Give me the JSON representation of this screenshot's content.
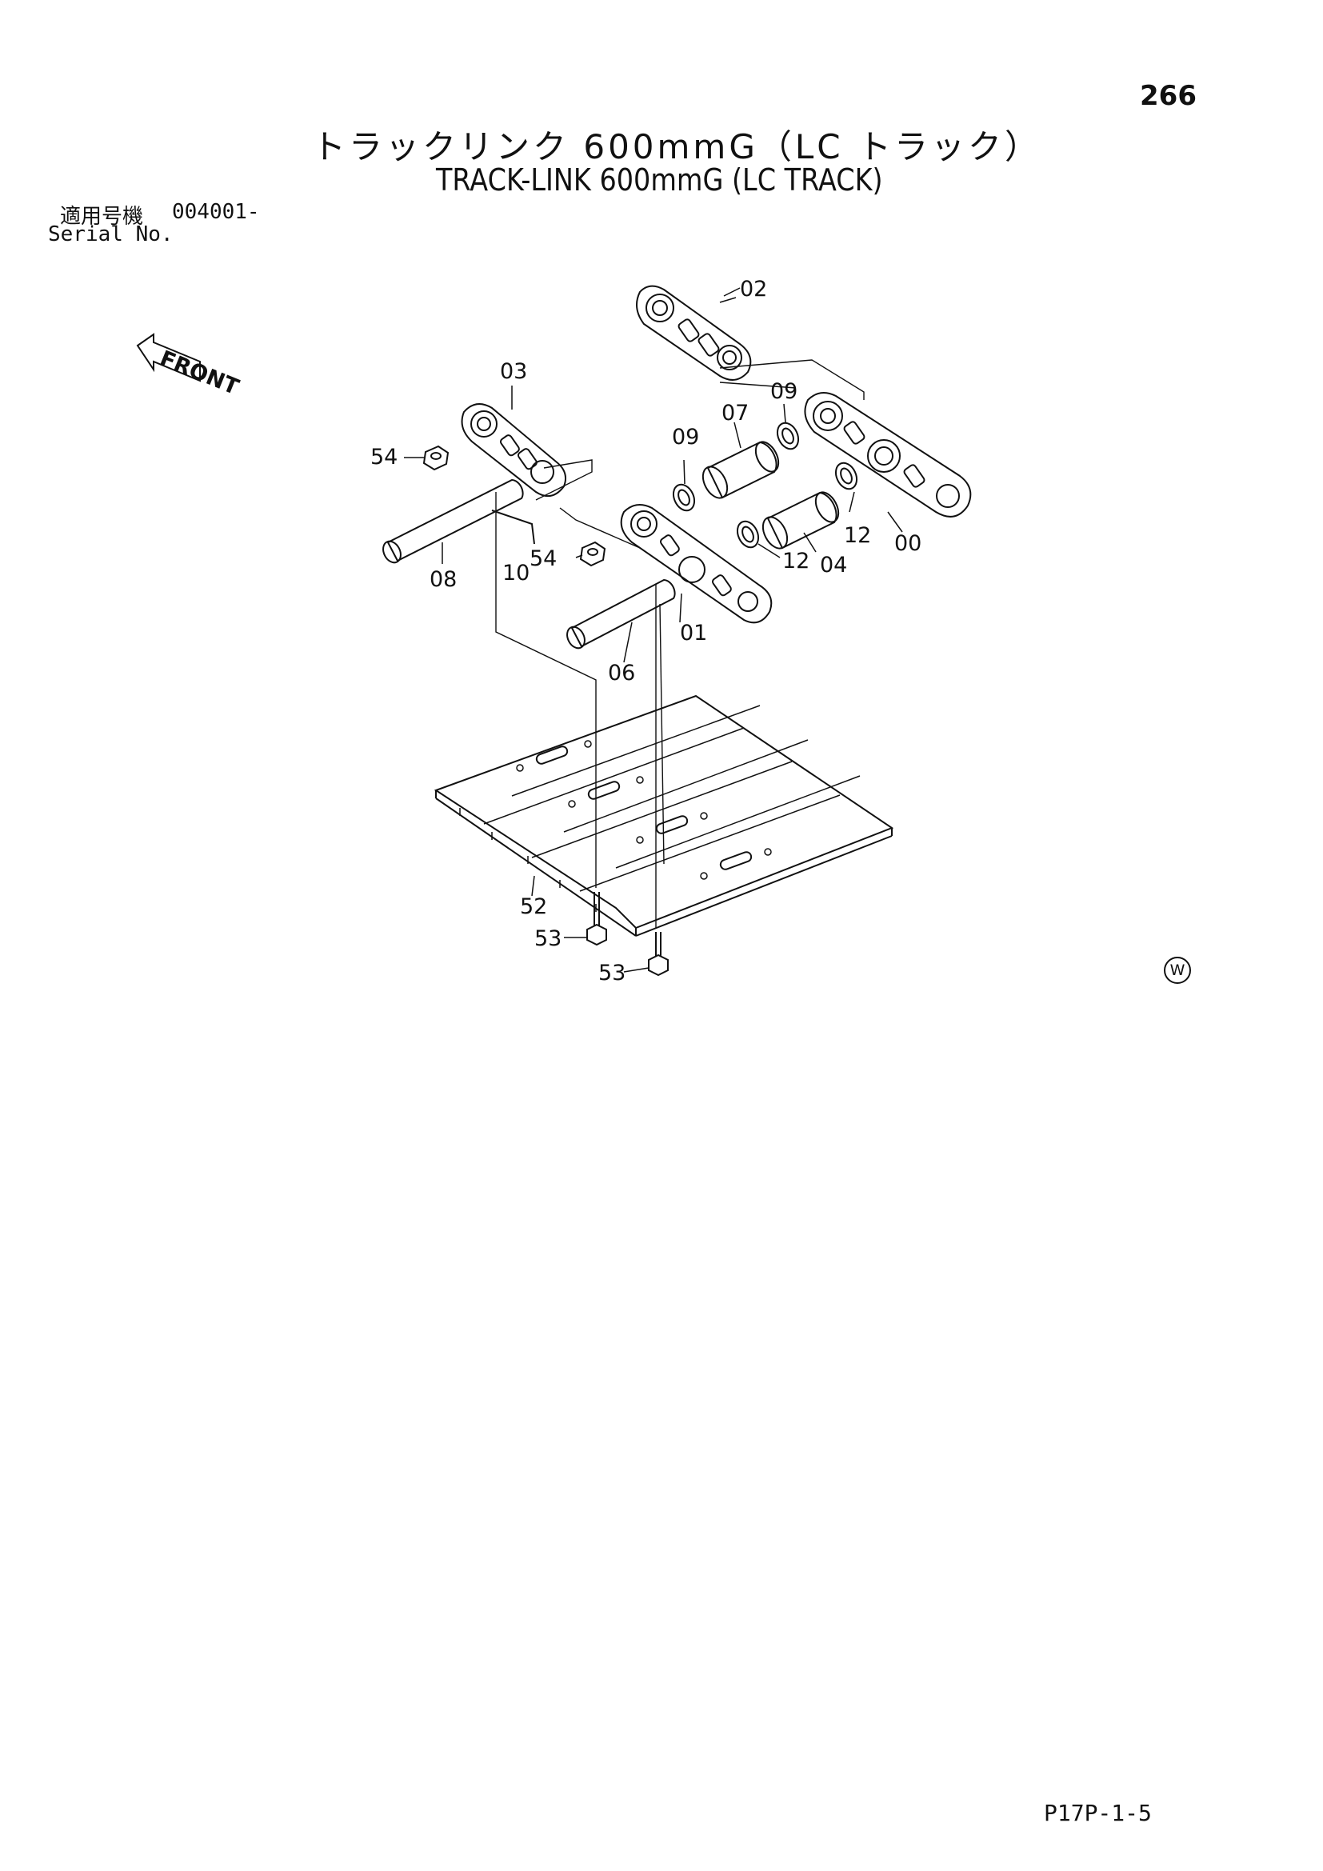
{
  "header": {
    "page_number": "266",
    "title_jp": "トラックリンク 600mmG（LC トラック）",
    "title_en": "TRACK-LINK 600mmG (LC TRACK)"
  },
  "serial": {
    "label_jp": "適用号機",
    "value": "004001-",
    "label_en": "Serial No."
  },
  "diagram": {
    "front_label": "FRONT",
    "callouts": [
      "02",
      "03",
      "09",
      "07",
      "09",
      "54",
      "00",
      "12",
      "54",
      "12",
      "04",
      "08",
      "10",
      "01",
      "06",
      "52",
      "53",
      "53"
    ]
  },
  "footer": {
    "page_code": "P17P-1-5",
    "mark": "W"
  }
}
